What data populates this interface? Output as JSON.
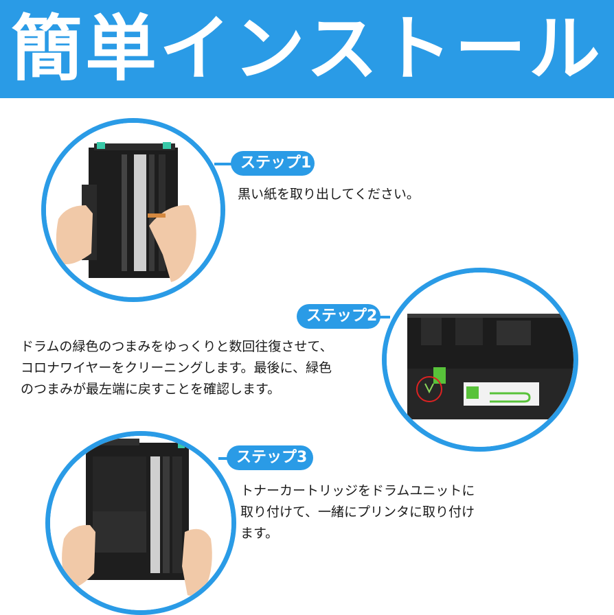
{
  "header": {
    "title": "簡単インストール"
  },
  "colors": {
    "accent": "#2a9be6",
    "text": "#1a1a1a",
    "background": "#ffffff"
  },
  "steps": [
    {
      "label": "ステップ1",
      "lines": [
        "黒い紙を取り出してください。"
      ]
    },
    {
      "label": "ステップ2",
      "lines": [
        "ドラムの緑色のつまみをゆっくりと数回往復させて、",
        "コロナワイヤーをクリーニングします。最後に、緑色",
        "のつまみが最左端に戻すことを確認します。"
      ]
    },
    {
      "label": "ステップ3",
      "lines": [
        "トナーカートリッジをドラムユニットに",
        "取り付けて、一緒にプリンタに取り付け",
        "ます。"
      ]
    }
  ]
}
